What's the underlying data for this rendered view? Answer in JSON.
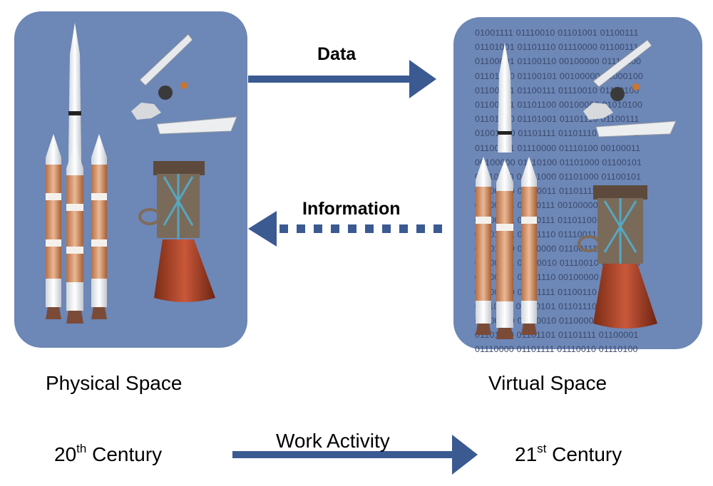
{
  "colors": {
    "panel": "#6d87b6",
    "arrow": "#3b5a92",
    "binary_text": "#39496b"
  },
  "panels": {
    "physical": {
      "label": "Physical Space"
    },
    "virtual": {
      "label": "Virtual Space"
    }
  },
  "arrows": {
    "data": {
      "label": "Data",
      "style": "solid",
      "direction": "right"
    },
    "information": {
      "label": "Information",
      "style": "dotted",
      "direction": "left"
    },
    "work_activity": {
      "label": "Work Activity",
      "style": "solid",
      "direction": "right"
    }
  },
  "timeline": {
    "left": {
      "number": "20",
      "suffix": "th",
      "word": "Century"
    },
    "right": {
      "number": "21",
      "suffix": "st",
      "word": "Century"
    }
  },
  "binary_lines": [
    "01001111 01110010 01101001 01100111",
    "01101001 01101110 01110000 01100111",
    "01100001 01100110 00100000 01110100",
    "01101000 01100101 00100000 01000100",
    "01100101 01100111 01110010 01110100",
    "01100101 01101100 00100000 01010100",
    "01101000 01101001 01101110 01100111",
    "01001000 01101111 01101110 01100011",
    "01100101 01110000 01110100 00100011",
    "00100000 01110100 01101000 01100101",
    "01110010 01101000 01101000 01100101",
    "01100100 01100011 01101111 01110110",
    "01100101 01110111 00100000 01010100",
    "01100101 01110111 01101100 01110010",
    "01101001 01101110 01110011 01100101",
    "01101000 01110000 01100111 00100000",
    "01100101 01100010 01110010 01110100",
    "01100001 01101110 00100000 01101110",
    "01100100 01101111 01100110 01100110",
    "01110011 01100101 01101110 00100000",
    "01100010 01110010 01100001 01100111",
    "01101100 01101101 01101111 01100001",
    "01110000 01101111 01110010 01110100"
  ]
}
